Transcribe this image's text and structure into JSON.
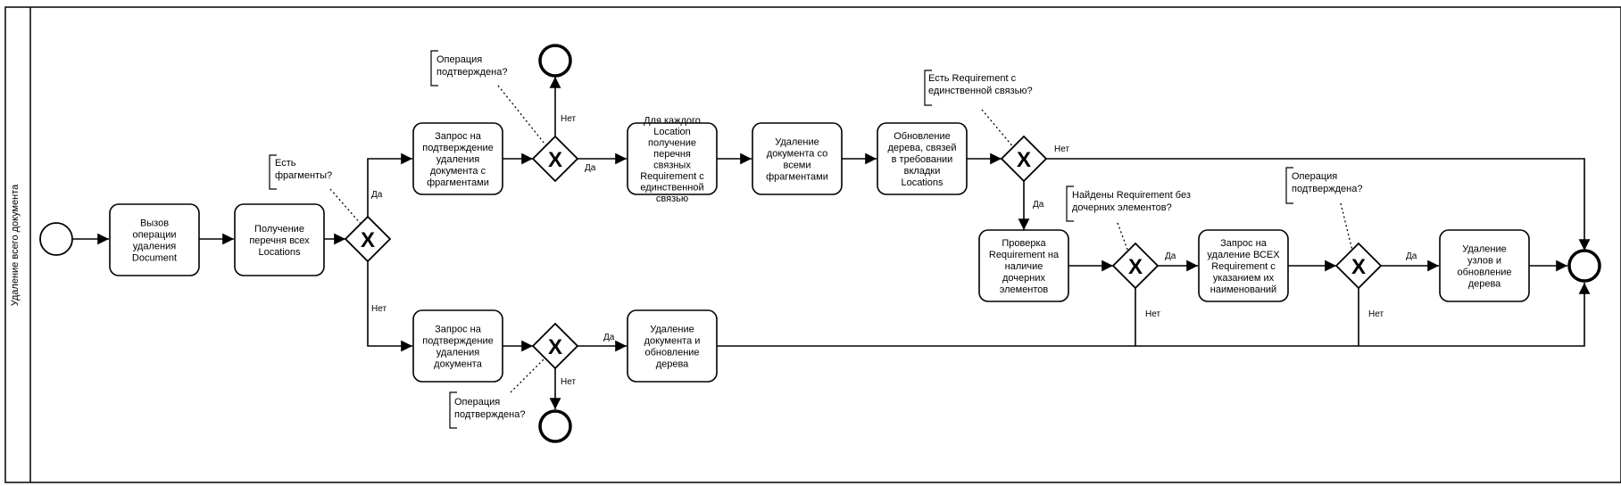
{
  "pool": {
    "label": "Удаление всего документа"
  },
  "tasks": {
    "call_delete": [
      "Вызов",
      "операции",
      "удаления",
      "Document"
    ],
    "get_locations": [
      "Получение",
      "перечня всех",
      "Locations"
    ],
    "confirm_with_fragments": [
      "Запрос на",
      "подтверждение",
      "удаления",
      "документа с",
      "фрагментами"
    ],
    "confirm_document": [
      "Запрос на",
      "подтверждение",
      "удаления",
      "документа"
    ],
    "per_location": [
      "Для каждого",
      "Location",
      "получение",
      "перечня",
      "связных",
      "Requirement с",
      "единственной",
      "связью"
    ],
    "delete_with_fragments": [
      "Удаление",
      "документа со",
      "всеми",
      "фрагментами"
    ],
    "update_tree_links": [
      "Обновление",
      "дерева, связей",
      "в требовании",
      "вкладки",
      "Locations"
    ],
    "delete_doc_update_tree": [
      "Удаление",
      "документа и",
      "обновление",
      "дерева"
    ],
    "check_children": [
      "Проверка",
      "Requirement на",
      "наличие",
      "дочерних",
      "элементов"
    ],
    "confirm_all_requirements": [
      "Запрос на",
      "удаление ВСЕХ",
      "Requirement с",
      "указанием их",
      "наименований"
    ],
    "delete_nodes_update_tree": [
      "Удаление",
      "узлов и",
      "обновление",
      "дерева"
    ]
  },
  "annotations": {
    "has_fragments": [
      "Есть",
      "фрагменты?"
    ],
    "confirmed_top": [
      "Операция",
      "подтверждена?"
    ],
    "confirmed_bottom": [
      "Операция",
      "подтверждена?"
    ],
    "single_link": [
      "Есть Requirement с",
      "единственной связью?"
    ],
    "no_children": [
      "Найдены Requirement без",
      "дочерних элементов?"
    ],
    "confirmed_right": [
      "Операция",
      "подтверждена?"
    ]
  },
  "flow_labels": {
    "fragments_yes": "Да",
    "fragments_no": "Нет",
    "top_confirm_yes": "Да",
    "top_confirm_no": "Нет",
    "bottom_confirm_yes": "Да",
    "bottom_confirm_no": "Нет",
    "single_link_no": "Нет",
    "single_link_yes": "Да",
    "children_yes": "Да",
    "children_no": "Нет",
    "right_confirm_yes": "Да",
    "right_confirm_no": "Нет"
  },
  "gateway_symbol": "X"
}
